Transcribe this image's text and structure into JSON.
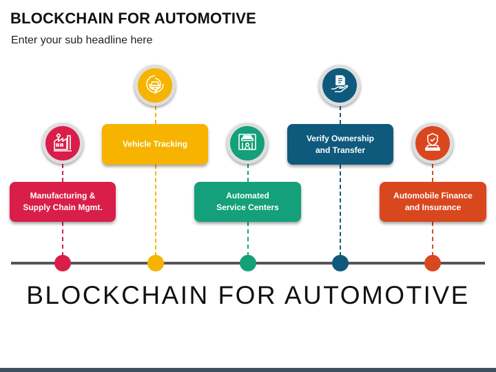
{
  "header": {
    "title": "BLOCKCHAIN FOR AUTOMOTIVE",
    "subtitle": "Enter your sub headline here"
  },
  "items": [
    {
      "label_line1": "Manufacturing &",
      "label_line2": "Supply Chain Mgmt.",
      "icon": "factory-icon",
      "color": "#d81e49"
    },
    {
      "label_line1": "Vehicle Tracking",
      "label_line2": "",
      "icon": "car-tracking-icon",
      "color": "#f6b400"
    },
    {
      "label_line1": "Automated",
      "label_line2": "Service Centers",
      "icon": "car-service-icon",
      "color": "#13a07a"
    },
    {
      "label_line1": "Verify Ownership",
      "label_line2": "and Transfer",
      "icon": "document-hand-icon",
      "color": "#0f5a7c"
    },
    {
      "label_line1": "Automobile Finance",
      "label_line2": "and Insurance",
      "icon": "car-insurance-icon",
      "color": "#d9471f"
    }
  ],
  "main_text": "BLOCKCHAIN FOR AUTOMOTIVE"
}
